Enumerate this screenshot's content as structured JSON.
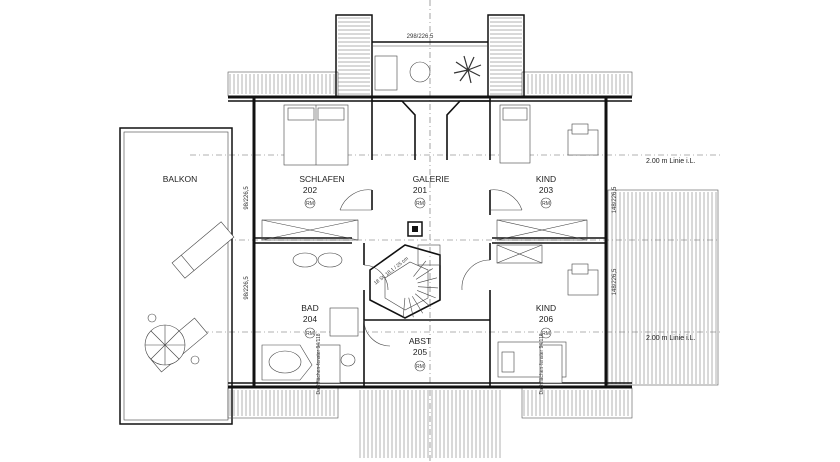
{
  "rooms": [
    {
      "name": "BALKON",
      "number": ""
    },
    {
      "name": "SCHLAFEN",
      "number": "202"
    },
    {
      "name": "GALERIE",
      "number": "201"
    },
    {
      "name": "KIND",
      "number": "203"
    },
    {
      "name": "BAD",
      "number": "204"
    },
    {
      "name": "ABST",
      "number": "205"
    },
    {
      "name": "KIND",
      "number": "206"
    }
  ],
  "dimensions": {
    "top_window": "298/226,5",
    "left_upper": "98/226,5",
    "left_lower": "98/226,5",
    "right_upper": "148/226,5",
    "right_lower": "148/226,5",
    "stair": "18 St. 18,1 / 25 cm"
  },
  "height_lines": [
    "2.00 m Linie i.L.",
    "2.00 m Linie i.L."
  ],
  "roof_windows": [
    "Dachflächen-fenster 94/118",
    "Dachflächen-fenster 94/118"
  ],
  "symbol_text": {
    "rm": "RM"
  }
}
